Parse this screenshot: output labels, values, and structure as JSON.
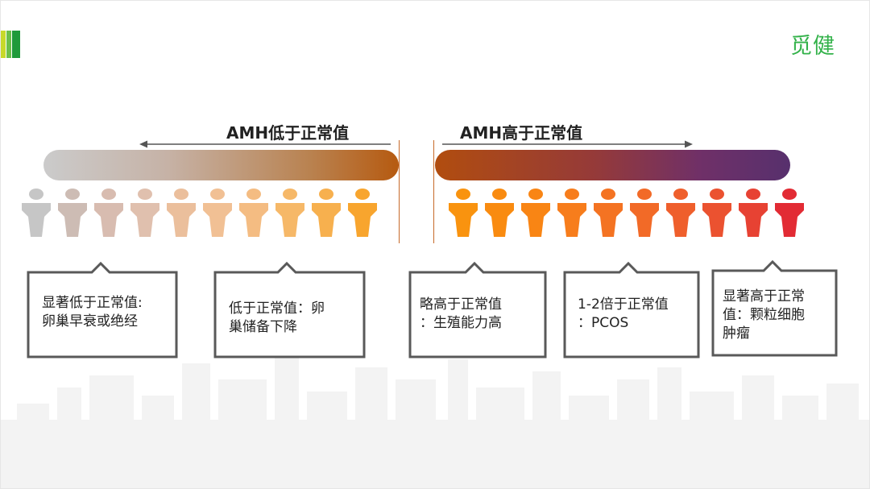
{
  "logo": "觅健",
  "headings": {
    "low": "AMH低于正常值",
    "high": "AMH高于正常值"
  },
  "people": [
    "#c6c6c6",
    "#cdbcb4",
    "#d8bcb0",
    "#e0c0ae",
    "#ebbf9c",
    "#f1c094",
    "#f4bc82",
    "#f6b868",
    "#f7b04e",
    "#f8a52e",
    "#f9930f",
    "#f98b10",
    "#f98514",
    "#f77d1c",
    "#f47322",
    "#f26a27",
    "#ef5f2c",
    "#eb5230",
    "#e74233",
    "#e22b34"
  ],
  "callouts": [
    {
      "text": "显著低于正常值:\n卵巢早衰或绝经"
    },
    {
      "text": "低于正常值：卵\n巢储备下降"
    },
    {
      "text": "略高于正常值\n：生殖能力高"
    },
    {
      "text": "1-2倍于正常值\n：PCOS"
    },
    {
      "text": "显著高于正常\n值：颗粒细胞\n肿瘤"
    }
  ]
}
